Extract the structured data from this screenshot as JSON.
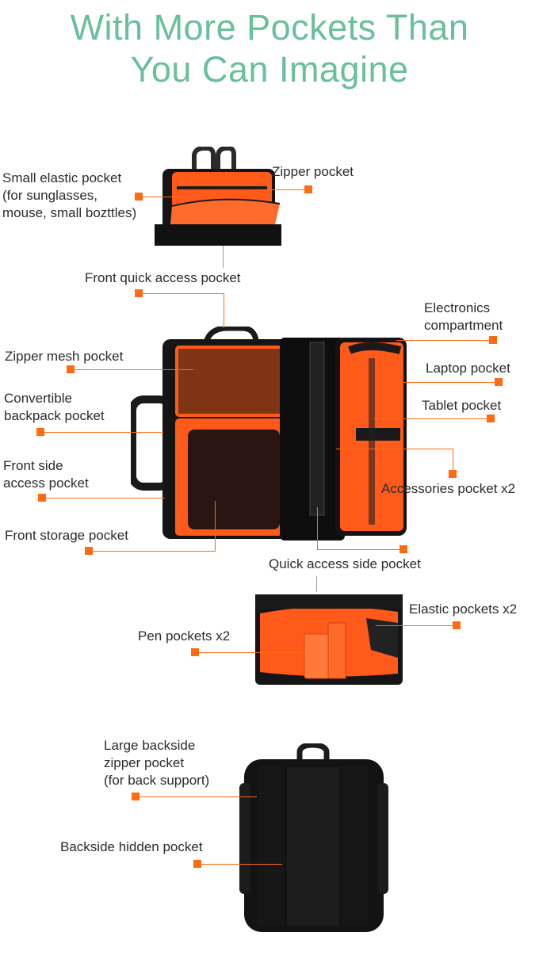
{
  "title": {
    "line1": "With More Pockets Than",
    "line2": "You Can Imagine"
  },
  "colors": {
    "title": "#6abf9c",
    "accent": "#ff6a13",
    "bag": "#151515",
    "lining": "#ff5a1a",
    "text": "#2b2b2b"
  },
  "labels": {
    "small_elastic": [
      "Small elastic pocket",
      "(for sunglasses,",
      "mouse, small bozttles)"
    ],
    "zipper_pocket": "Zipper pocket",
    "front_quick": "Front quick access pocket",
    "electronics": [
      "Electronics",
      "compartment"
    ],
    "zipper_mesh": "Zipper mesh pocket",
    "laptop": "Laptop pocket",
    "convertible": [
      "Convertible",
      "backpack pocket"
    ],
    "tablet": "Tablet pocket",
    "front_side": [
      "Front side",
      "access pocket"
    ],
    "accessories": "Accessories pocket x2",
    "front_storage": "Front storage pocket",
    "quick_side": "Quick access side pocket",
    "elastic_pockets": "Elastic pockets x2",
    "pen_pockets": "Pen pockets x2",
    "large_backside": [
      "Large backside",
      "zipper pocket",
      "(for back support)"
    ],
    "backside_hidden": "Backside hidden pocket"
  }
}
